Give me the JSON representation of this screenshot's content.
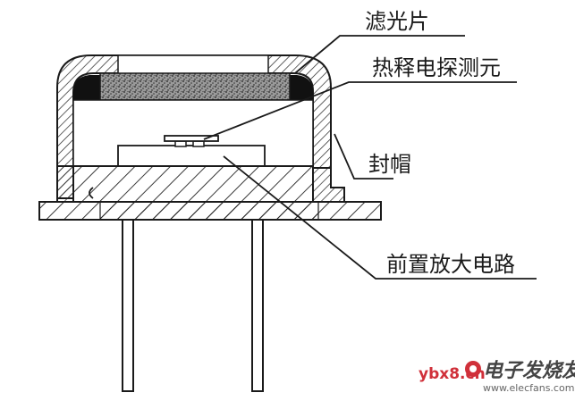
{
  "labels": {
    "filter": "滤光片",
    "detector": "热释电探测元",
    "cap": "封帽",
    "preamp": "前置放大电路"
  },
  "watermark": {
    "domain": "ybx8.cn",
    "brand": "电子发烧友",
    "url": "www.elecfans.com"
  }
}
